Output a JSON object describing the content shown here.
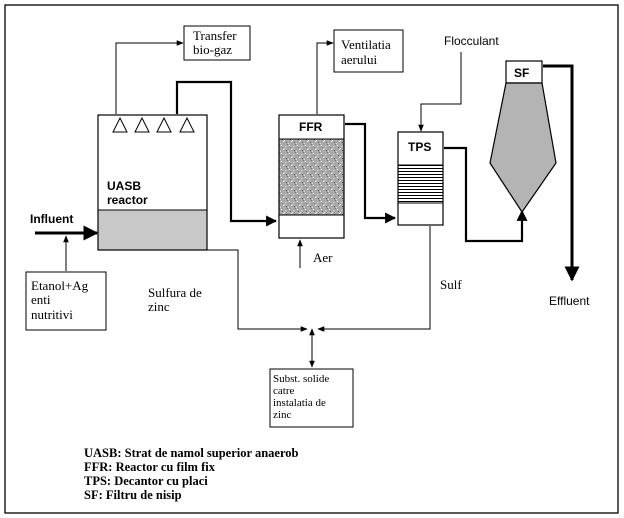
{
  "nodes": {
    "uasb": {
      "label_line1": "UASB",
      "label_line2": "reactor"
    },
    "ffr": {
      "label": "FFR"
    },
    "tps": {
      "label": "TPS"
    },
    "sf": {
      "label": "SF"
    },
    "transfer_biogaz": {
      "line1": "Transfer",
      "line2": "bio-gaz"
    },
    "ventilatia": {
      "line1": "Ventilatia",
      "line2": "aerului"
    },
    "etanol": {
      "line1": "Etanol+Ag",
      "line2": "enti",
      "line3": "nutritivi"
    },
    "solide": {
      "line1": "Subst. solide",
      "line2": "catre",
      "line3": "instalatia de",
      "line4": "zinc"
    }
  },
  "labels": {
    "influent": "Influent",
    "effluent": "Effluent",
    "flocculant": "Flocculant",
    "aer": "Aer",
    "sulf": "Sulf",
    "sulfura_line1": "Sulfura de",
    "sulfura_line2": "zinc"
  },
  "legend": [
    "UASB: Strat de namol superior anaerob",
    "FFR: Reactor cu film fix",
    "TPS: Decantor cu placi",
    "SF: Filtru de nisip"
  ],
  "colors": {
    "sludge_fill": "#c8c8c8",
    "sf_cone_fill": "#b4b4b4",
    "line": "#000000"
  }
}
